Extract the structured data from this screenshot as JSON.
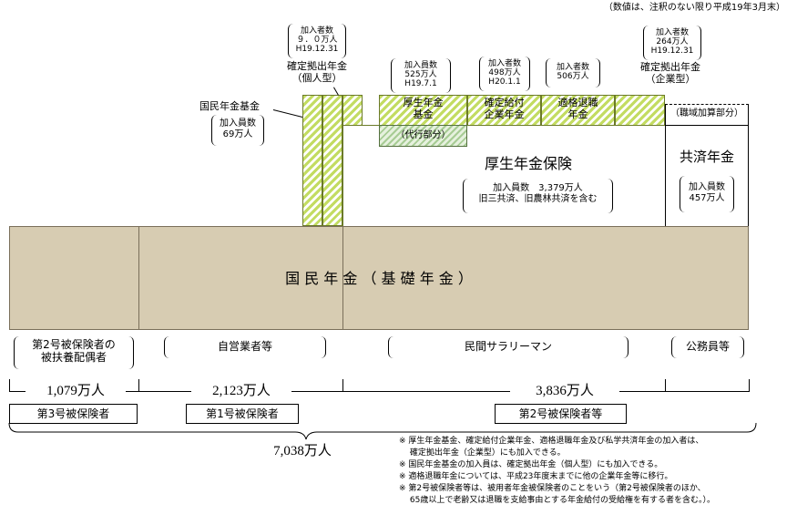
{
  "note_top": "（数値は、注釈のない限り平成19年3月末）",
  "ideco_personal": {
    "count_lines": [
      "加入者数",
      "９．０万人",
      "H19.12.31"
    ],
    "name_lines": [
      "確定拠出年金",
      "（個人型）"
    ]
  },
  "kokumin_kikin": {
    "name": "国民年金基金",
    "count_lines": [
      "加入員数",
      "69万人"
    ]
  },
  "kosei_kikin": {
    "count_lines": [
      "加入員数",
      "525万人",
      "H19.7.1"
    ],
    "name_lines": [
      "厚生年金",
      "基金"
    ],
    "daiko": "（代行部分）"
  },
  "kakutei_kyufu": {
    "count_lines": [
      "加入者数",
      "498万人",
      "H20.1.1"
    ],
    "name_lines": [
      "確定給付",
      "企業年金"
    ]
  },
  "tekikaku": {
    "count_lines": [
      "加入者数",
      "506万人"
    ],
    "name_lines": [
      "適格退職",
      "年金"
    ]
  },
  "ideco_corp": {
    "count_lines": [
      "加入者数",
      "264万人",
      "H19.12.31"
    ],
    "name_lines": [
      "確定拠出年金",
      "（企業型）"
    ]
  },
  "shokuiki": "（職域加算部分）",
  "kosei_hoken": {
    "title": "厚生年金保険",
    "detail_lines": [
      "加入員数　3,379万人",
      "旧三共済、旧農林共済を含む"
    ]
  },
  "kyosai": {
    "title": "共済年金",
    "count_lines": [
      "加入員数",
      "457万人"
    ]
  },
  "kokumin_nenkin": "国 民 年 金 （ 基 礎 年 金 ）",
  "categories": {
    "no3": [
      "第2号被保険者の",
      "被扶養配偶者"
    ],
    "self": "自営業者等",
    "salary": "民間サラリーマン",
    "public": "公務員等"
  },
  "counts": {
    "no3": "1,079万人",
    "no1": "2,123万人",
    "no2": "3,836万人",
    "total": "7,038万人"
  },
  "insured_types": {
    "no3": "第3号被保険者",
    "no1": "第1号被保険者",
    "no2": "第2号被保険者等"
  },
  "footnotes": [
    "※ 厚生年金基金、確定給付企業年金、適格退職年金及び私学共済年金の加入者は、",
    "　 確定拠出年金（企業型）にも加入できる。",
    "※ 国民年金基金の加入員は、確定拠出年金（個人型）にも加入できる。",
    "※ 適格退職年金については、平成23年度末までに他の企業年金等に移行。",
    "※ 第2号被保険者等は、被用者年金被保険者のことをいう（第2号被保険者のほか、",
    "　 65歳以上で老齢又は退職を支給事由とする年金給付の受給権を有する者を含む。）。"
  ]
}
